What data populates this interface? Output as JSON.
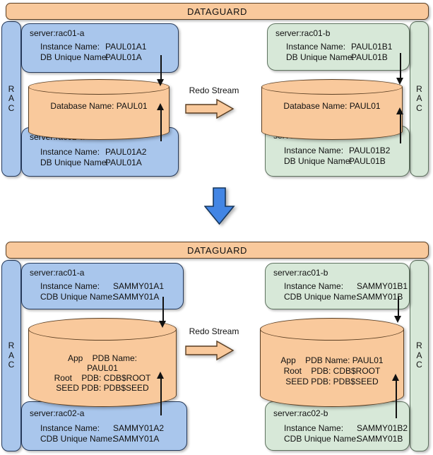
{
  "palette": {
    "orange_fill": "#F9C99C",
    "orange_stroke": "#5A3E22",
    "blue_fill": "#A9C6EC",
    "blue_stroke": "#25395A",
    "green_fill": "#D7E8D8",
    "green_stroke": "#5F7360",
    "transition_arrow_fill": "#4285E4",
    "transition_arrow_stroke": "#16365C",
    "text": "#111111"
  },
  "icons": {
    "transition": "blue-down-arrow",
    "redo_stream": "orange-right-block-arrow",
    "connectors": "thin-black-vertical-arrows"
  },
  "diagrams": [
    {
      "header": "DATAGUARD",
      "redo_label": "Redo Stream",
      "primary_rac": "R\nA\nC",
      "standby_rac": "R\nA\nC",
      "primary_servers": [
        {
          "title": "server:rac01-a",
          "rows": [
            {
              "label": "Instance Name:",
              "value": "PAUL01A1"
            },
            {
              "label": "DB Unique Name:",
              "value": "PAUL01A"
            }
          ]
        },
        {
          "title": "server:rac02-a",
          "rows": [
            {
              "label": "Instance Name:",
              "value": "PAUL01A2"
            },
            {
              "label": "DB Unique Name:",
              "value": "PAUL01A"
            }
          ]
        }
      ],
      "primary_db": {
        "lines": [
          "Database Name: PAUL01"
        ]
      },
      "standby_servers": [
        {
          "title": "server:rac01-b",
          "rows": [
            {
              "label": "Instance Name:",
              "value": "PAUL01B1"
            },
            {
              "label": "DB Unique Name:",
              "value": "PAUL01B"
            }
          ]
        },
        {
          "title": "server:rac02-b",
          "rows": [
            {
              "label": "Instance Name:",
              "value": "PAUL01B2"
            },
            {
              "label": "DB Unique Name:",
              "value": "PAUL01B"
            }
          ]
        }
      ],
      "standby_db": {
        "lines": [
          "Database Name: PAUL01"
        ]
      }
    },
    {
      "header": "DATAGUARD",
      "redo_label": "Redo Stream",
      "primary_rac": "R\nA\nC",
      "standby_rac": "R\nA\nC",
      "primary_servers": [
        {
          "title": "server:rac01-a",
          "rows": [
            {
              "label": "Instance Name:",
              "value": "SAMMY01A1"
            },
            {
              "label": "CDB Unique Name:",
              "value": "SAMMY01A"
            }
          ]
        },
        {
          "title": "server:rac02-a",
          "rows": [
            {
              "label": "Instance Name:",
              "value": "SAMMY01A2"
            },
            {
              "label": "CDB Unique Name:",
              "value": "SAMMY01A"
            }
          ]
        }
      ],
      "primary_db": {
        "lines": [
          "App    PDB Name:",
          "PAUL01",
          "Root    PDB: CDB$ROOT",
          "SEED PDB: PDB$SEED"
        ]
      },
      "standby_servers": [
        {
          "title": "server:rac01-b",
          "rows": [
            {
              "label": "Instance Name:",
              "value": "SAMMY01B1"
            },
            {
              "label": "CDB Unique Name:",
              "value": "SAMMY01B"
            }
          ]
        },
        {
          "title": "server:rac02-b",
          "rows": [
            {
              "label": "Instance Name:",
              "value": "SAMMY01B2"
            },
            {
              "label": "CDB Unique Name:",
              "value": "SAMMY01B"
            }
          ]
        }
      ],
      "standby_db": {
        "lines": [
          "App    PDB Name: PAUL01",
          "Root    PDB: CDB$ROOT",
          "SEED PDB: PDB$SEED"
        ]
      }
    }
  ]
}
